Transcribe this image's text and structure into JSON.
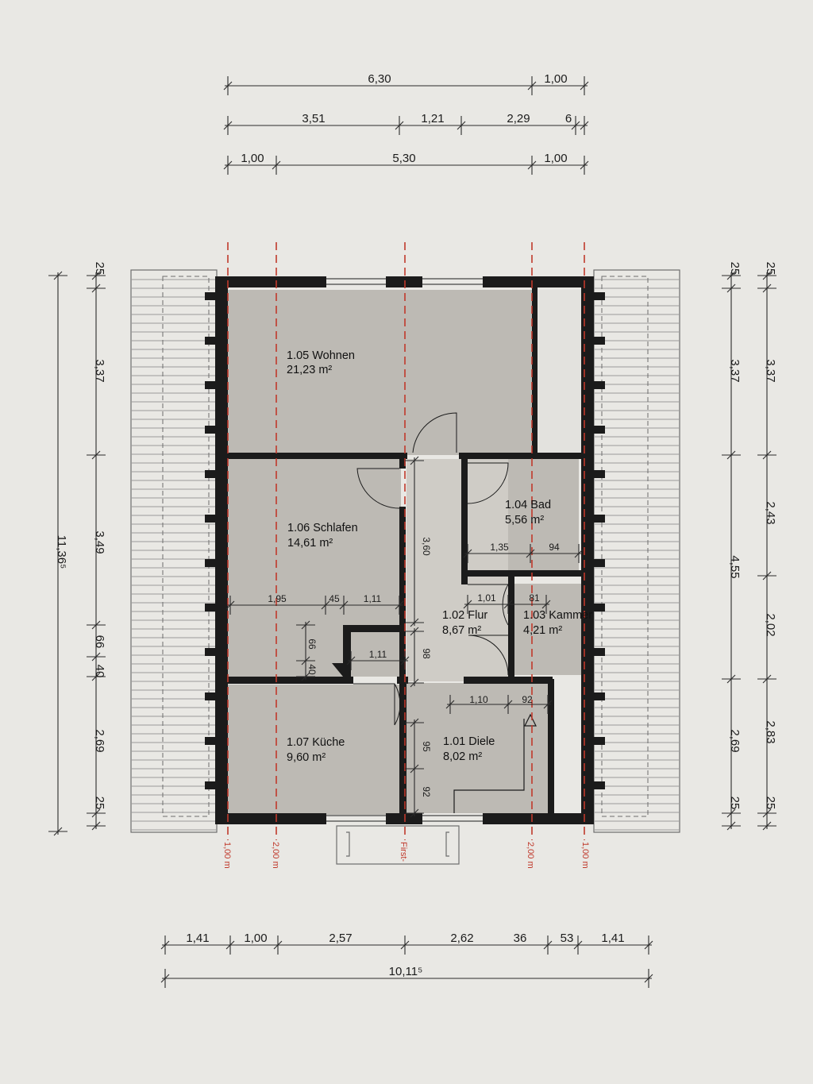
{
  "colors": {
    "paper": "#e9e8e4",
    "room_fill": "#bdbab4",
    "wall": "#1b1b1b",
    "dim_line": "#2a2a2a",
    "red_line": "#c0392b",
    "roof_line": "#6d6d6d"
  },
  "rooms": {
    "wohnen": {
      "name": "1.05 Wohnen",
      "area": "21,23 m²"
    },
    "schlafen": {
      "name": "1.06 Schlafen",
      "area": "14,61 m²"
    },
    "kueche": {
      "name": "1.07 Küche",
      "area": "9,60 m²"
    },
    "bad": {
      "name": "1.04 Bad",
      "area": "5,56 m²"
    },
    "flur": {
      "name": "1.02 Flur",
      "area": "8,67 m²"
    },
    "kammer": {
      "name": "1.03 Kammer",
      "area": "4,21 m²"
    },
    "diele": {
      "name": "1.01 Diele",
      "area": "8,02 m²"
    }
  },
  "top_dims": {
    "row1": [
      "6,30",
      "1,00"
    ],
    "row2": [
      "3,51",
      "1,21",
      "2,29",
      "6"
    ],
    "row3": [
      "1,00",
      "5,30",
      "1,00"
    ]
  },
  "bottom_dims": {
    "row1": [
      "1,41",
      "1,00",
      "2,57",
      "2,62",
      "36",
      "53",
      "1,41"
    ],
    "total": "10,11⁵"
  },
  "left_dims": {
    "total": "11,36⁵",
    "segments": [
      "25",
      "3,37",
      "3,49",
      "66",
      "40",
      "2,69",
      "25"
    ]
  },
  "right_dims": {
    "inner": [
      "25",
      "3,37",
      "4,55",
      "2,69",
      "25"
    ],
    "outer": [
      "25",
      "3,37",
      "2,43",
      "2,02",
      "2,83",
      "25"
    ]
  },
  "interior_dims": {
    "schlafen_row": [
      "1,95",
      "45",
      "1,11"
    ],
    "flur_vertical": "3,60",
    "bad_row": [
      "1,35",
      "94"
    ],
    "kammer_row": [
      "1,01",
      "81"
    ],
    "notch_vertical": [
      "66",
      "40"
    ],
    "notch_row": "1,11",
    "flur_98": "98",
    "diele_row": [
      "1,10",
      "92"
    ],
    "diele_vertical": [
      "95",
      "92"
    ]
  },
  "height_lines": {
    "labels": [
      "1,00 m",
      "2,00 m",
      "First-",
      "2,00 m",
      "1,00 m"
    ]
  }
}
